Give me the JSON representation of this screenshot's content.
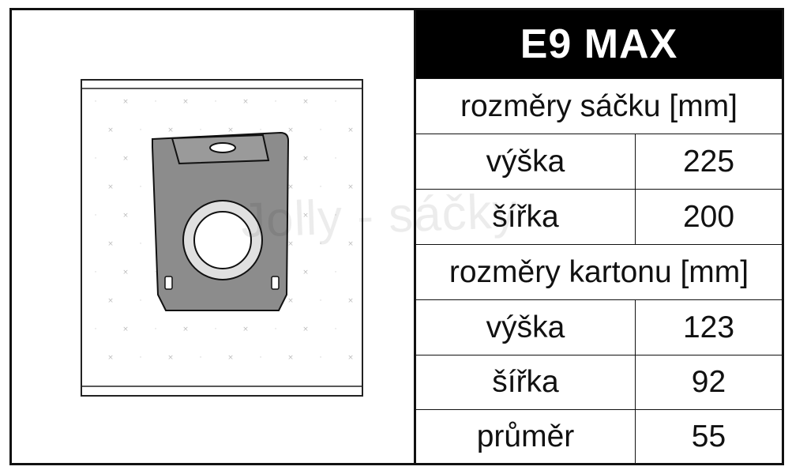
{
  "product": {
    "model": "E9 MAX",
    "watermark": "Jolly - sáčky"
  },
  "bag_dimensions": {
    "heading": "rozměry sáčku [mm]",
    "rows": [
      {
        "label": "výška",
        "value": "225"
      },
      {
        "label": "šířka",
        "value": "200"
      }
    ]
  },
  "carton_dimensions": {
    "heading": "rozměry kartonu [mm]",
    "rows": [
      {
        "label": "výška",
        "value": "123"
      },
      {
        "label": "šířka",
        "value": "92"
      },
      {
        "label": "průměr",
        "value": "55"
      }
    ]
  },
  "colors": {
    "border": "#111111",
    "title_background": "#000000",
    "title_text": "#ffffff",
    "bag_plate": "#8c8c8c",
    "bag_pattern": "#bdbdbd"
  }
}
